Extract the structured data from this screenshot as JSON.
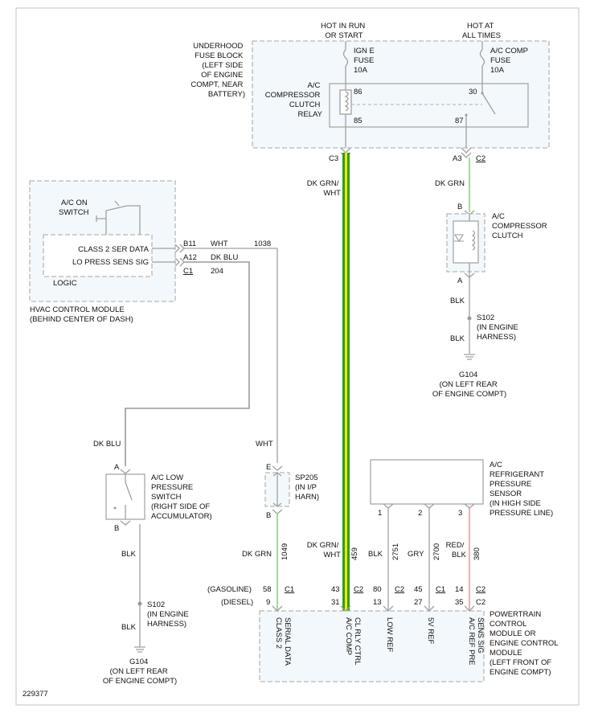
{
  "diagram": {
    "fuse_block": {
      "hot_in_run": [
        "HOT IN RUN",
        "OR START"
      ],
      "hot_at_all_times": [
        "HOT AT",
        "ALL TIMES"
      ],
      "name": [
        "UNDERHOOD",
        "FUSE BLOCK",
        "(LEFT SIDE",
        "OF ENGINE",
        "COMPT, NEAR",
        "BATTERY)"
      ],
      "fuse1": [
        "IGN E",
        "FUSE",
        "10A"
      ],
      "fuse2": [
        "A/C COMP",
        "FUSE",
        "10A"
      ],
      "relay": [
        "A/C",
        "COMPRESSOR",
        "CLUTCH",
        "RELAY"
      ],
      "pin86": "86",
      "pin30": "30",
      "pin85": "85",
      "pin87": "87"
    },
    "conn_c3": "C3",
    "conn_a3": "A3",
    "conn_c2": "C2",
    "wire_dkgrnwht": [
      "DK GRN/",
      "WHT"
    ],
    "wire_dkgrn": "DK GRN",
    "clutch": {
      "b": "B",
      "a": "A",
      "name": [
        "A/C",
        "COMPRESSOR",
        "CLUTCH"
      ]
    },
    "blk_a": "BLK",
    "blk_b": "BLK",
    "s102_top": [
      "S102",
      "(IN ENGINE",
      "HARNESS)"
    ],
    "g104_top": [
      "G104",
      "(ON LEFT REAR",
      "OF ENGINE COMPT)"
    ],
    "hvac": {
      "ac_on_switch": [
        "A/C ON",
        "SWITCH"
      ],
      "class2": "CLASS 2 SER DATA",
      "lo_press": "LO PRESS SENS SIG",
      "logic": "LOGIC",
      "name": [
        "HVAC CONTROL MODULE",
        "(BEHIND CENTER OF DASH)"
      ],
      "b11": "B11",
      "a12": "A12",
      "c1": "C1",
      "wht": "WHT",
      "n1038": "1038",
      "dkblu": "DK BLU",
      "n204": "204"
    },
    "dkblu_label": "DK BLU",
    "wht_label": "WHT",
    "low_switch": {
      "a": "A",
      "b": "B",
      "name": [
        "A/C LOW",
        "PRESSURE",
        "SWITCH",
        "(RIGHT SIDE OF",
        "ACCUMULATOR)"
      ]
    },
    "blk_low": "BLK",
    "s102_bottom": [
      "S102",
      "(IN ENGINE",
      "HARNESS)"
    ],
    "blk_low2": "BLK",
    "g104_bottom": [
      "G104",
      "(ON LEFT REAR",
      "OF ENGINE COMPT)"
    ],
    "sp205": {
      "e": "E",
      "b": "B",
      "name": [
        "SP205",
        "(IN I/P",
        "HARN)"
      ]
    },
    "sensor": {
      "name": [
        "A/C",
        "REFRIGERANT",
        "PRESSURE",
        "SENSOR",
        "(IN HIGH SIDE",
        "PRESSURE LINE)"
      ],
      "p1": "1",
      "p2": "2",
      "p3": "3"
    },
    "pcm_wires": {
      "dkgrn": "DK GRN",
      "n1049": "1049",
      "dkgrnwht": [
        "DK GRN/",
        "WHT"
      ],
      "n459": "459",
      "blk": "BLK",
      "n2751": "2751",
      "gry": "GRY",
      "n2700": "2700",
      "redblk": [
        "RED/",
        "BLK"
      ],
      "n380": "380"
    },
    "pins": {
      "gasoline": "(GASOLINE)",
      "diesel": "(DIESEL)",
      "g58": "58",
      "d9": "9",
      "c1a": "C1",
      "g43": "43",
      "d31": "31",
      "c2a": "C2",
      "g80": "80",
      "d13": "13",
      "c2b": "C2",
      "g45": "45",
      "d27": "27",
      "c1b": "C1",
      "g14": "14",
      "d35": "35",
      "c2c": "C2",
      "c2d": "C2"
    },
    "pcm": {
      "class2": [
        "CLASS 2",
        "SERIAL DATA"
      ],
      "accomp": [
        "A/C COMP",
        "CL RLY CTRL"
      ],
      "lowref": "LOW REF",
      "fiveref": "5V REF",
      "acref": [
        "A/C REF PRE",
        "SENS SIG"
      ],
      "name": [
        "POWERTRAIN",
        "CONTROL",
        "MODULE OR",
        "ENGINE CONTROL",
        "MODULE",
        "(LEFT FRONT OF",
        "ENGINE COMPT)"
      ]
    },
    "doc_id": "229377"
  }
}
